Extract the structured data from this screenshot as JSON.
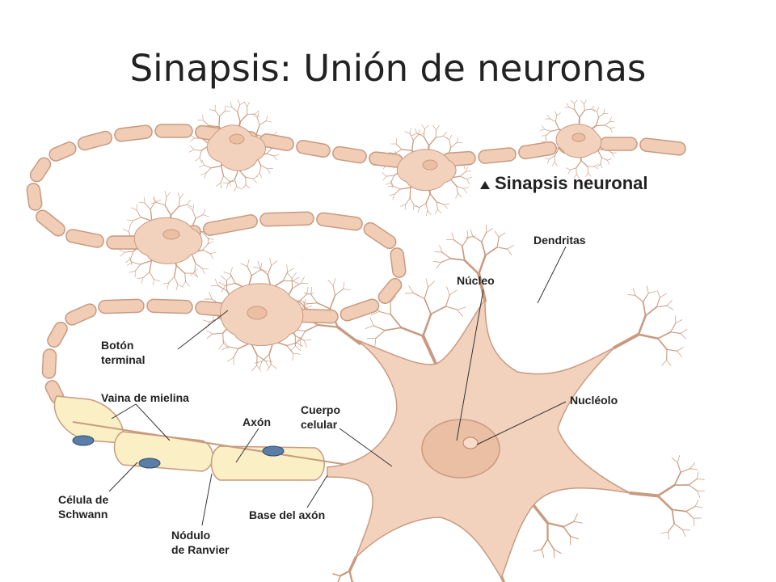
{
  "title": "Sinapsis: Unión de neuronas",
  "labels": {
    "sinapsis_neuronal": "Sinapsis neuronal",
    "dendritas": "Dendritas",
    "nucleo": "Núcleo",
    "boton_line1": "Botón",
    "boton_line2": "terminal",
    "vaina": "Vaina de mielina",
    "axon": "Axón",
    "cuerpo_line1": "Cuerpo",
    "cuerpo_line2": "celular",
    "nucleolo": "Nucléolo",
    "celula_line1": "Célula de",
    "celula_line2": "Schwann",
    "nodulo_line1": "Nódulo",
    "nodulo_line2": "de Ranvier",
    "base": "Base del axón"
  },
  "colors": {
    "cell_body": "#f3d2bd",
    "cell_stroke": "#c99a80",
    "myelin": "#fbefc6",
    "nucleus": "#ebbfa3",
    "schwann_nucleus": "#5a7ea6"
  }
}
